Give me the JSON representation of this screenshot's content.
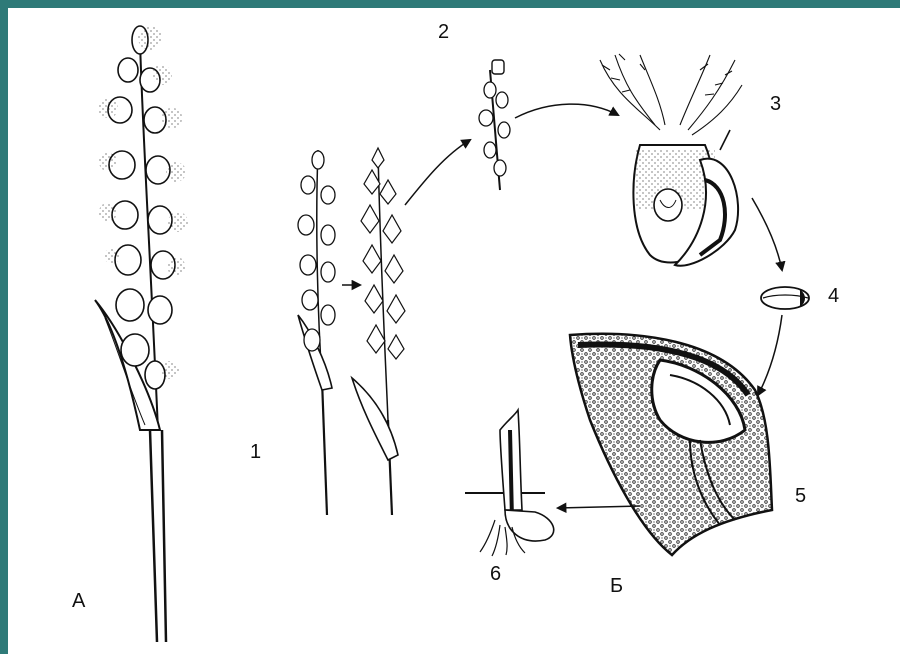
{
  "labels": {
    "a": "А",
    "b": "Б",
    "n1": "1",
    "n2": "2",
    "n3": "3",
    "n4": "4",
    "n5": "5",
    "n6": "6"
  },
  "colors": {
    "frame": "#2e7a78",
    "ink": "#111111",
    "paper": "#ffffff"
  }
}
